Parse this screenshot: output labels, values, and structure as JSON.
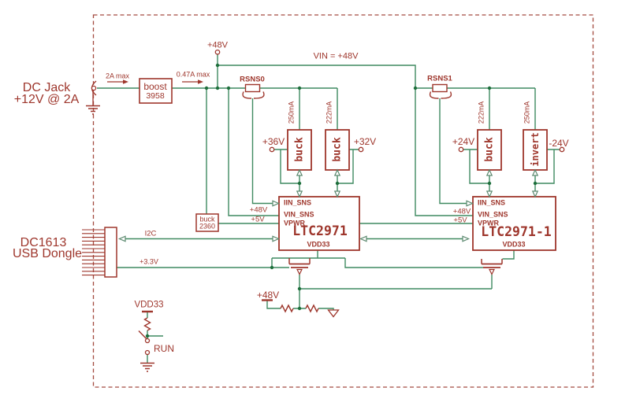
{
  "title": "LTC2971 demo power schematic",
  "colors": {
    "component_red": "#9e362c",
    "wire_green": "#3f8a60",
    "junction_green": "#1e6f3c",
    "border_dash_red": "#a34b40",
    "background": "#ffffff"
  },
  "labels": {
    "dc_jack": {
      "l1": "DC Jack",
      "l2": "+12V @ 2A"
    },
    "dongle": {
      "l1": "DC1613",
      "l2": "USB Dongle",
      "i2c": "I2C",
      "v33": "+3.3V"
    },
    "flow": {
      "in": "2A max",
      "out": "0.47A max"
    },
    "boost": {
      "l1": "boost",
      "l2": "3958"
    },
    "top": {
      "v48": "+48V",
      "vin": "VIN = +48V"
    },
    "sense": {
      "r0": "RSNS0",
      "r1": "RSNS1"
    },
    "currents": {
      "c1": "250mA",
      "c2": "222mA",
      "c3": "222mA",
      "c4": "250mA"
    },
    "outputs": {
      "v36": "+36V",
      "v32": "+32V",
      "v24": "+24V",
      "vn24": "-24V"
    },
    "converters": {
      "b1": "buck",
      "b2": "buck",
      "b3": "buck",
      "inv": "invert"
    },
    "buck2360": {
      "l1": "buck",
      "l2": "2360"
    },
    "chip1": {
      "name": "LTC2971",
      "iin": "IIN_SNS",
      "vin": "VIN_SNS",
      "vpwr": "VPWR",
      "vdd": "VDD33",
      "v48": "+48V",
      "v5": "+5V"
    },
    "chip2": {
      "name": "LTC2971-1",
      "iin": "IIN_SNS",
      "vin": "VIN_SNS",
      "vpwr": "VPWR",
      "vdd": "VDD33",
      "v48": "+48V",
      "v5": "+5V"
    },
    "bottom": {
      "v48": "+48V"
    },
    "runblk": {
      "vdd": "VDD33",
      "run": "RUN"
    }
  }
}
